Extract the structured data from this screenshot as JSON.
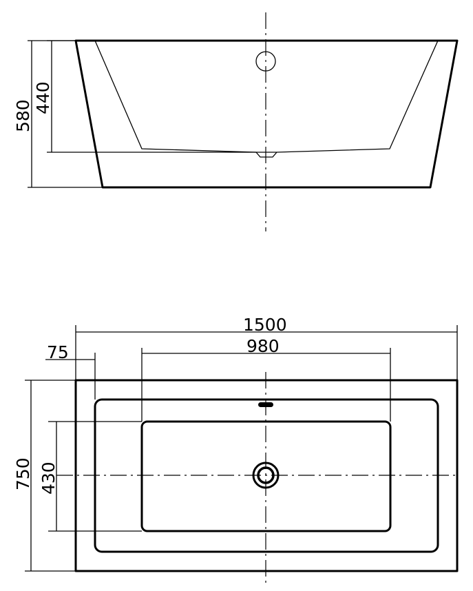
{
  "dimensions": {
    "side_total_height": "580",
    "side_inner_depth": "440",
    "overall_length": "1500",
    "inner_length": "980",
    "rim_offset": "75",
    "overall_width": "750",
    "inner_width": "430"
  },
  "colors": {
    "line": "#000000",
    "background": "#ffffff"
  }
}
